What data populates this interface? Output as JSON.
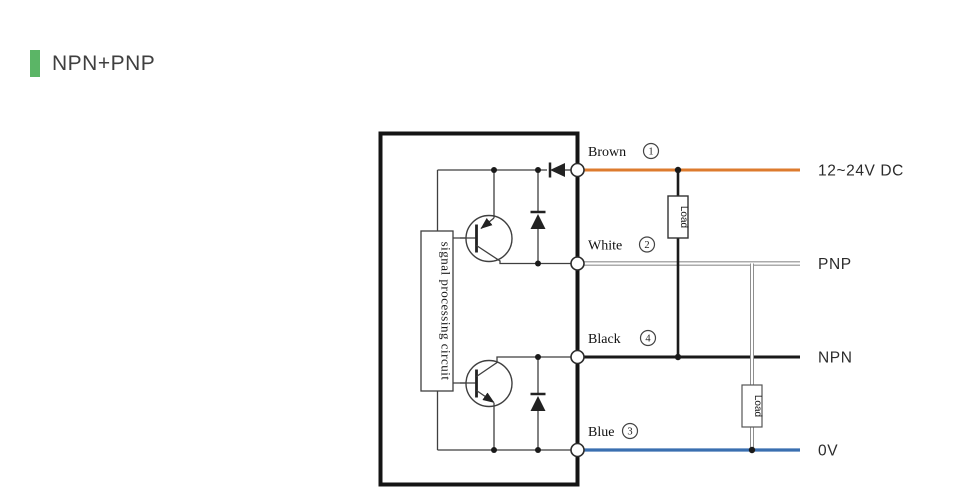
{
  "header": {
    "title": "NPN+PNP",
    "accent_color": "#5bb566"
  },
  "diagram": {
    "signal_box_label": "signal processing circuit",
    "load_label": "Load",
    "colors": {
      "brown_wire": "#dd7b2e",
      "white_wire_outline": "#8f8f8f",
      "black_wire": "#1a1a1a",
      "blue_wire": "#3a6fb0"
    },
    "wires": [
      {
        "id": "brown",
        "label": "Brown",
        "pin": "1",
        "output_label": "12~24V DC"
      },
      {
        "id": "white",
        "label": "White",
        "pin": "2",
        "output_label": "PNP"
      },
      {
        "id": "black",
        "label": "Black",
        "pin": "4",
        "output_label": "NPN"
      },
      {
        "id": "blue",
        "label": "Blue",
        "pin": "3",
        "output_label": "0V"
      }
    ]
  }
}
